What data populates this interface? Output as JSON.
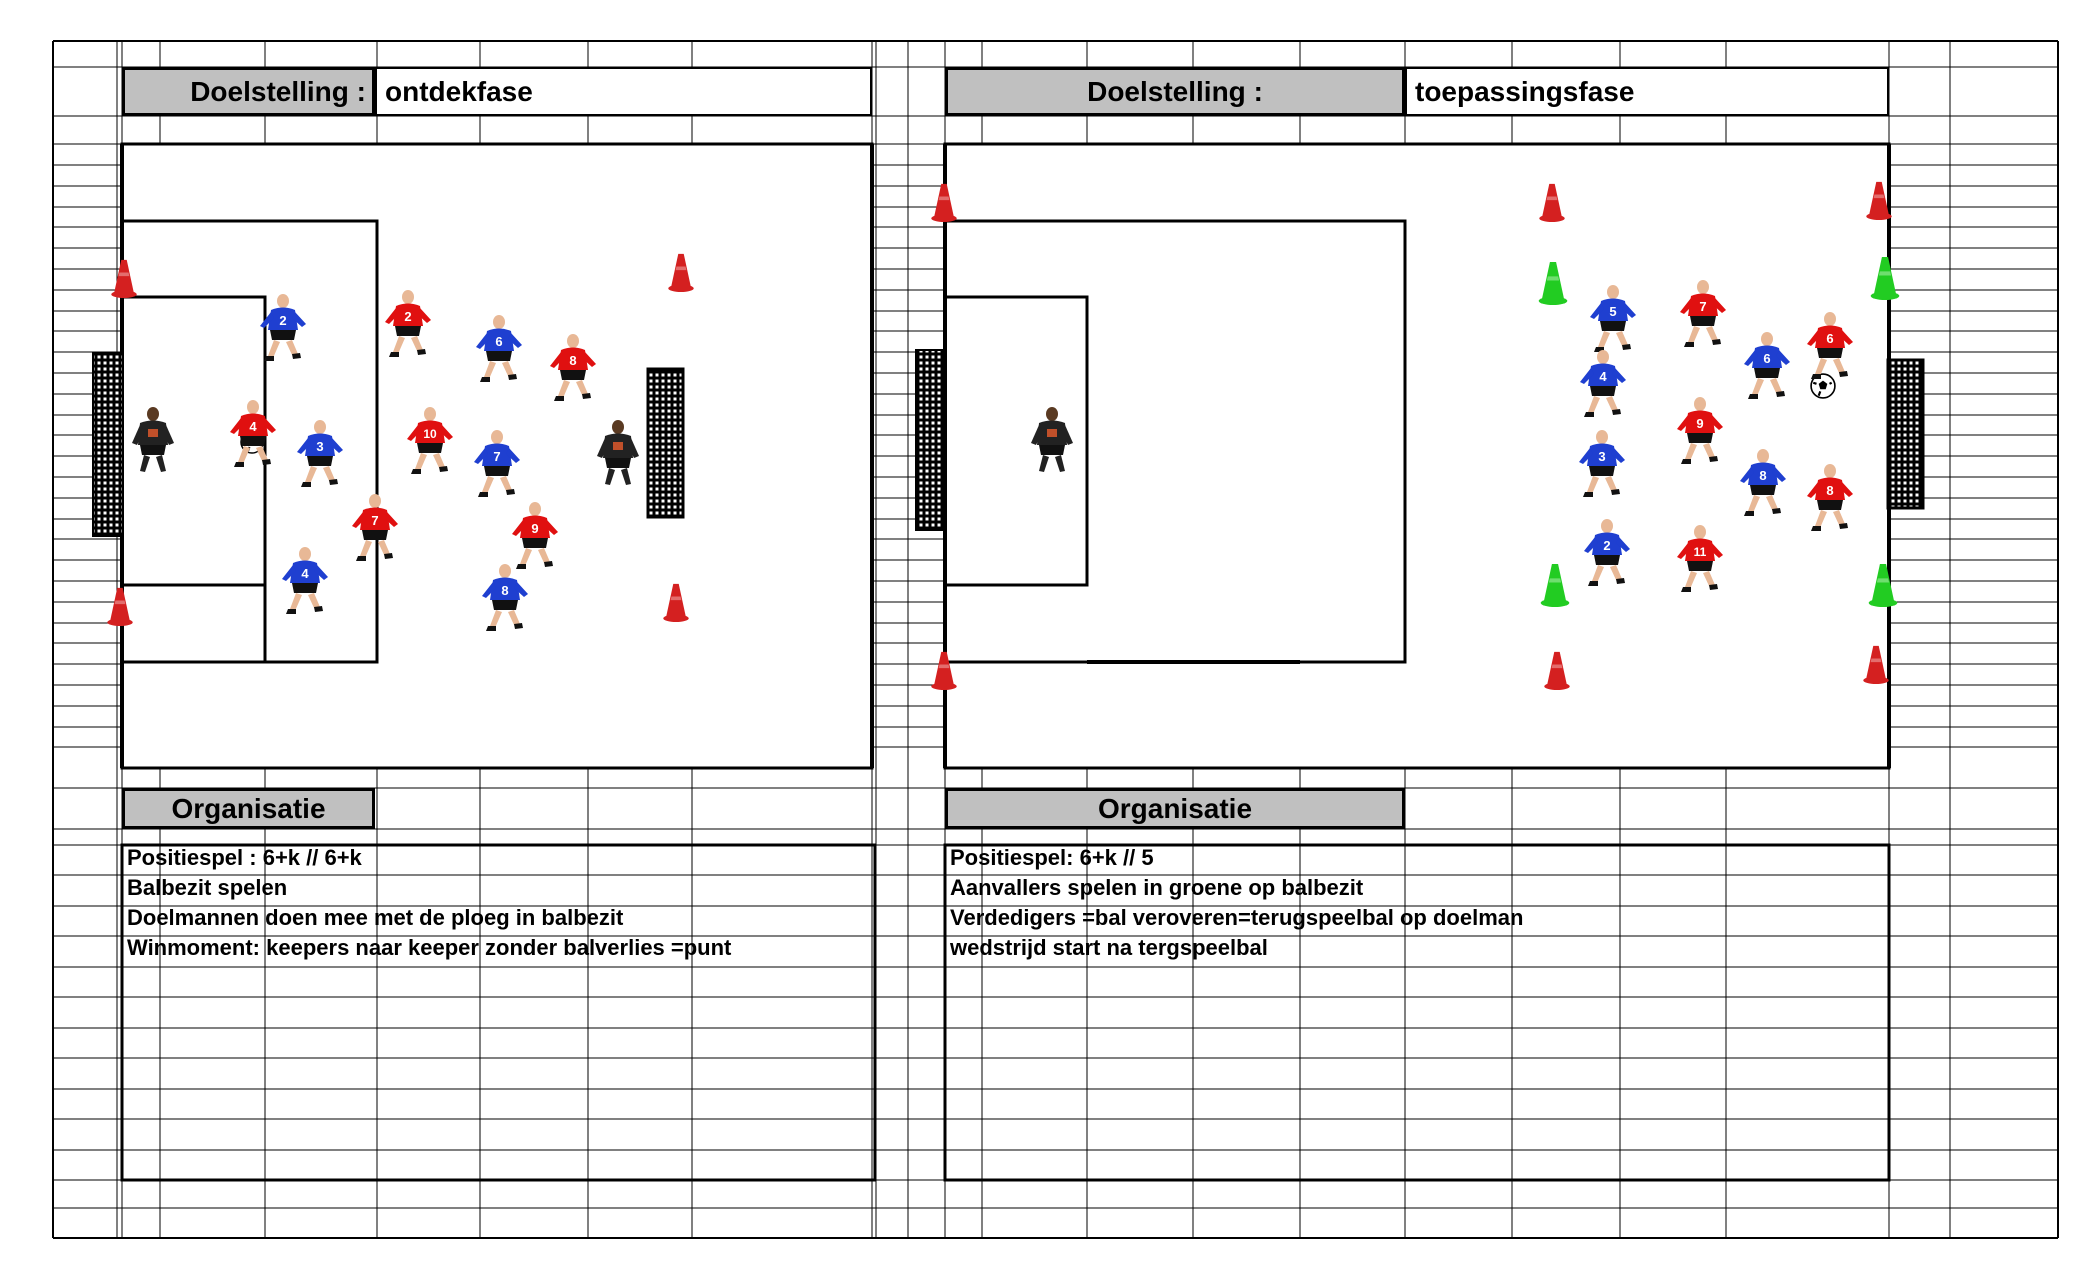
{
  "left": {
    "doelstelling_label": "Doelstelling :",
    "doelstelling_value": "ontdekfase",
    "organisatie_label": "Organisatie",
    "notes": [
      " Positiespel : 6+k // 6+k",
      "Balbezit spelen",
      " Doelmannen doen mee met de ploeg in balbezit",
      "Winmoment: keepers naar keeper zonder balverlies =punt"
    ],
    "players_blue": [
      "2",
      "3",
      "4",
      "6",
      "7",
      "8"
    ],
    "players_red": [
      "2",
      "4",
      "10",
      "7",
      "9",
      "8"
    ]
  },
  "right": {
    "doelstelling_label": "Doelstelling :",
    "doelstelling_value": "toepassingsfase",
    "organisatie_label": "Organisatie",
    "notes": [
      "Positiespel: 6+k // 5",
      "Aanvallers spelen in groene op balbezit",
      "Verdedigers =bal veroveren=terugspeelbal op doelman",
      "wedstrijd start na tergspeelbal"
    ],
    "players_blue": [
      "5",
      "4",
      "3",
      "2",
      "6",
      "8"
    ],
    "players_red": [
      "7",
      "9",
      "11",
      "6",
      "8"
    ]
  },
  "colors": {
    "blue_team": "#1f3fd0",
    "red_team": "#e01010",
    "cone_red": "#d42020",
    "cone_green": "#22cc22",
    "label_fill": "#c0c0c0"
  }
}
